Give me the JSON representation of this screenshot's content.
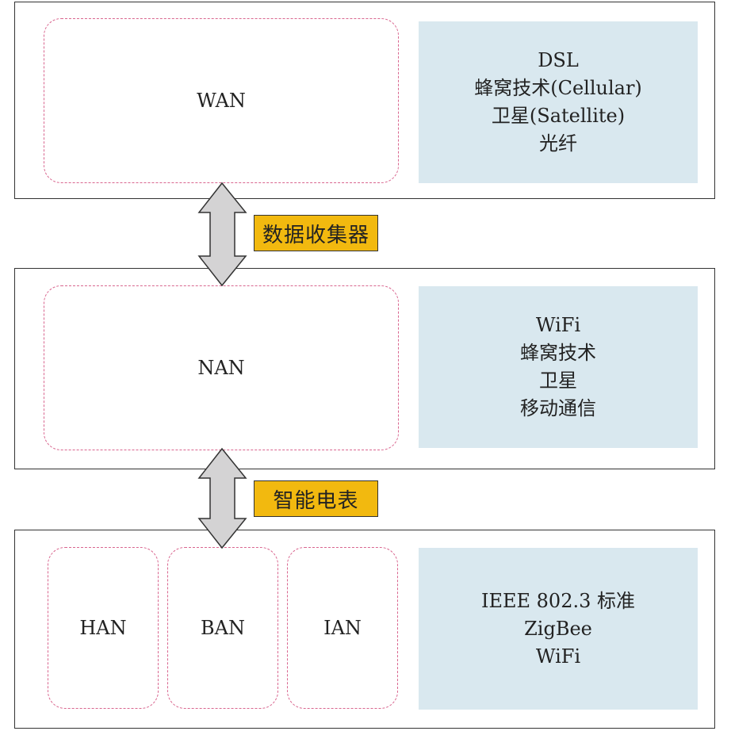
{
  "layers": [
    {
      "zones": [
        "WAN"
      ],
      "technologies": [
        "DSL",
        "蜂窝技术(Cellular)",
        "卫星(Satellite)",
        "光纤"
      ]
    },
    {
      "zones": [
        "NAN"
      ],
      "technologies": [
        "WiFi",
        "蜂窝技术",
        "卫星",
        "移动通信"
      ]
    },
    {
      "zones": [
        "HAN",
        "BAN",
        "IAN"
      ],
      "technologies": [
        "IEEE 802.3 标准",
        "ZigBee",
        "WiFi"
      ]
    }
  ],
  "connectors": [
    "数据收集器",
    "智能电表"
  ],
  "colors": {
    "panel": "#d9e8ef",
    "tag": "#f2b90f",
    "dash": "#d9668f",
    "arrow": "#d4d3d4"
  }
}
